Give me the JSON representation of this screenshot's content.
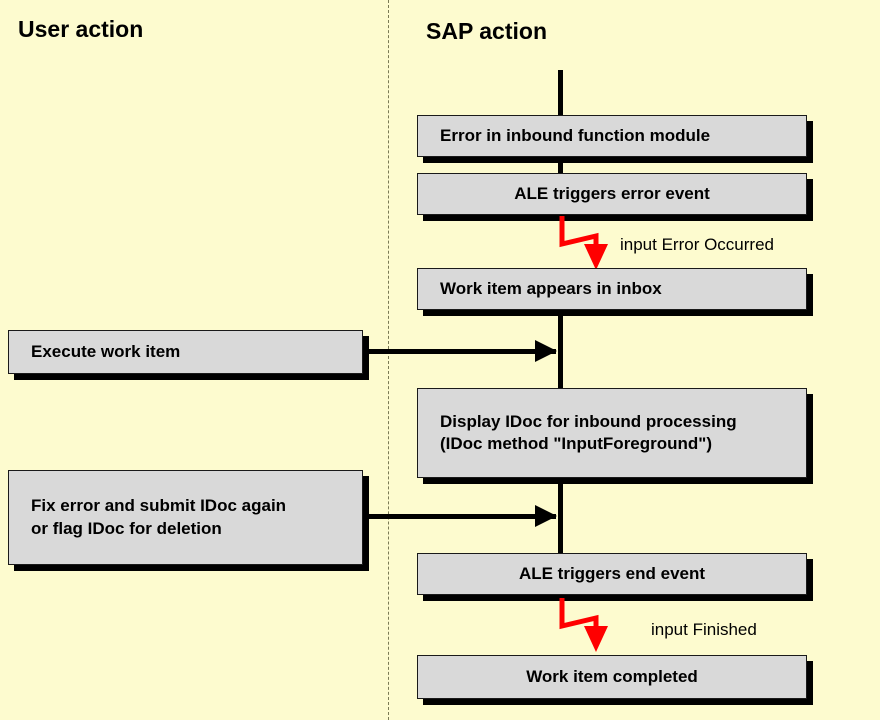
{
  "diagram": {
    "title_user_column": "User action",
    "title_sap_column": "SAP action",
    "colors": {
      "background": "#fdfbcf",
      "box_fill": "#d9d9d9",
      "box_border": "#1a1a1a",
      "shadow": "#000000",
      "event_arrow": "#ff0000",
      "divider": "#7a7a55"
    }
  },
  "sap_boxes": [
    {
      "id": "error-inbound",
      "label": "Error in inbound function module",
      "align": "left"
    },
    {
      "id": "ale-error",
      "label": "ALE triggers error event",
      "align": "center"
    },
    {
      "id": "work-inbox",
      "label": "Work item appears in inbox",
      "align": "left"
    },
    {
      "id": "display-idoc",
      "line1": "Display IDoc for inbound processing",
      "line2": "(IDoc method \"InputForeground\")",
      "align": "left"
    },
    {
      "id": "ale-end",
      "label": "ALE triggers end event",
      "align": "center"
    },
    {
      "id": "work-done",
      "label": "Work item completed",
      "align": "center"
    }
  ],
  "user_boxes": [
    {
      "id": "execute-wi",
      "label": "Execute work item",
      "align": "left"
    },
    {
      "id": "fix-error",
      "line1": "Fix error and submit IDoc again",
      "line2": "or flag IDoc for deletion",
      "align": "left"
    }
  ],
  "event_labels": [
    {
      "id": "error-occurred",
      "text": "input Error Occurred"
    },
    {
      "id": "finished",
      "text": "input Finished"
    }
  ]
}
